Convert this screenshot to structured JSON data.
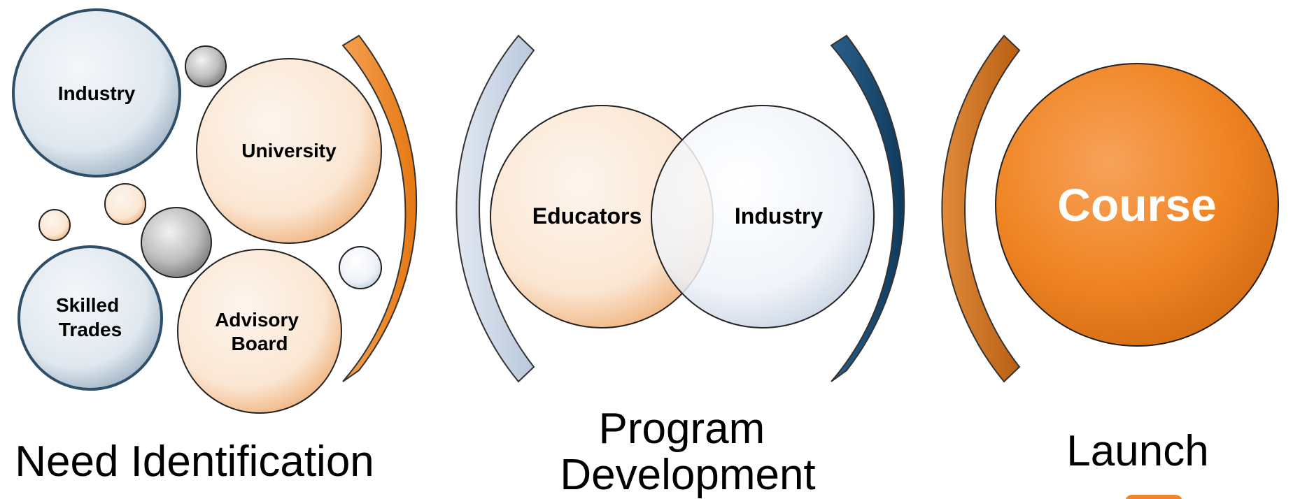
{
  "colors": {
    "blue_fill": "#e6edf2",
    "blue_stroke": "#2f4f69",
    "orange": "#f08524",
    "orange_light": "#fbe8d6",
    "orange_dark": "#c96a1c",
    "grey": "#b5b5b5",
    "navy": "#17466b",
    "pale_blue": "#c7d3e3"
  },
  "need_identification": {
    "industry": "Industry",
    "university": "University",
    "skilled_trades_line1": "Skilled",
    "skilled_trades_line2": "Trades",
    "advisory_board_line1": "Advisory",
    "advisory_board_line2": "Board",
    "stage_label": "Need Identification"
  },
  "program_development": {
    "educators": "Educators",
    "industry": "Industry",
    "stage_label_line1": "Program",
    "stage_label_line2": "Development"
  },
  "launch": {
    "course": "Course",
    "stage_label": "Launch"
  }
}
